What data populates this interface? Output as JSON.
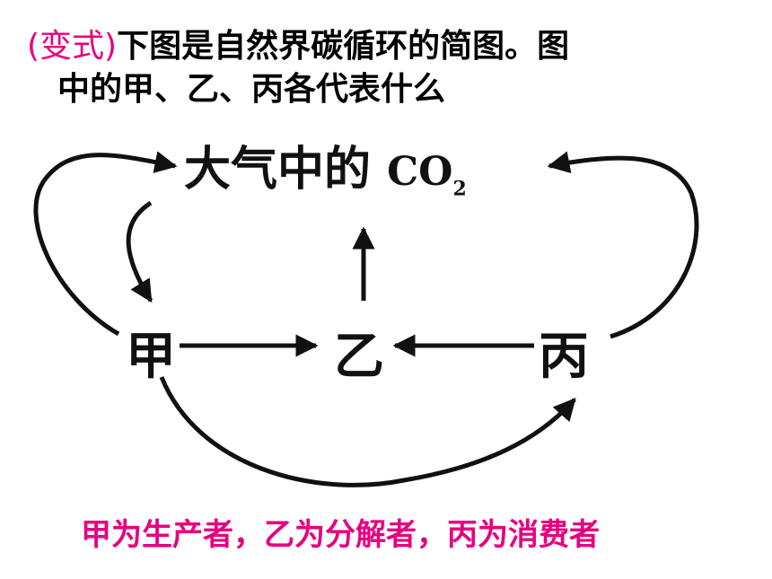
{
  "question": {
    "tag": "(变式)",
    "line1": "下图是自然界碳循环的简图。图",
    "line2": "中的甲、乙、丙各代表什么"
  },
  "diagram": {
    "atmosphere": {
      "prefix": "大气中的",
      "formula": "CO",
      "subscript": "2"
    },
    "producer": "甲",
    "decomposer": "乙",
    "consumer": "丙"
  },
  "answer": "甲为生产者，乙为分解者，丙为消费者",
  "colors": {
    "accent": "#e6007e",
    "ink": "#111111"
  }
}
